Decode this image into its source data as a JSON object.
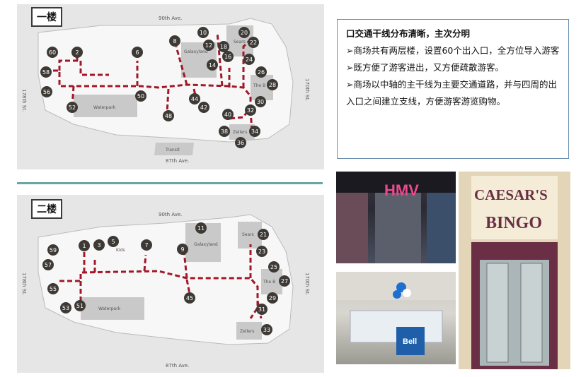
{
  "floor1": {
    "label": "一楼",
    "street_top": "90th Ave.",
    "street_bottom": "87th Ave.",
    "street_left": "178th St.",
    "street_right": "170th St.",
    "stores": [
      "Galaxyland",
      "Sears",
      "The B",
      "Waterpark",
      "Zellers",
      "Transit"
    ],
    "entrances": [
      "10",
      "20",
      "22",
      "8",
      "12",
      "18",
      "60",
      "2",
      "6",
      "24",
      "16",
      "14",
      "58",
      "26",
      "28",
      "56",
      "50",
      "30",
      "52",
      "44",
      "42",
      "32",
      "40",
      "48",
      "38",
      "34",
      "36"
    ]
  },
  "floor2": {
    "label": "二楼",
    "street_top": "90th Ave.",
    "street_bottom": "87th Ave.",
    "street_left": "178th St.",
    "street_right": "170th St.",
    "stores": [
      "Galaxyland",
      "Sears",
      "The B",
      "Waterpark",
      "Zellers",
      "Kids"
    ],
    "entrances": [
      "11",
      "21",
      "5",
      "1",
      "3",
      "7",
      "9",
      "59",
      "23",
      "57",
      "25",
      "27",
      "55",
      "53",
      "51",
      "45",
      "29",
      "31",
      "33"
    ]
  },
  "info": {
    "title": "口交通干线分布清晰，主次分明",
    "bullets": [
      "➢商场共有两层楼，设置60个出入口，全方位导入游客",
      "➢既方便了游客进出，又方便疏散游客。",
      "➢商场以中轴的主干线为主要交通道路，并与四周的出入口之间建立支线，方便游客游览购物。"
    ]
  },
  "photos": {
    "hmv_sign": "HMV",
    "bell_sign": "Bell",
    "bingo_line1": "CAESAR'S",
    "bingo_line2": "BINGO"
  },
  "colors": {
    "route": "#a0182a",
    "marker": "#3d3a36",
    "map_bg": "#e6e6e6",
    "mall_fill": "#f7f7f7",
    "separator": "#6aa6a6",
    "box_border": "#6c8fb0"
  }
}
